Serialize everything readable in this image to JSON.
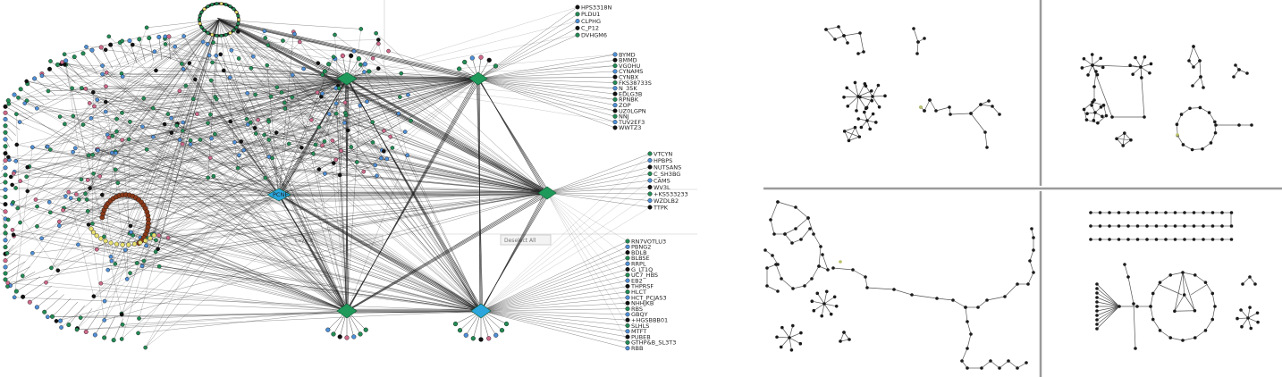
{
  "left_graph": {
    "top_right_labels": [
      "HPS3318N",
      "PLDU1",
      "CLPHG",
      "C_P12",
      "DVHGM6"
    ],
    "upper_right_labels": [
      "BYMD",
      "BMMD",
      "VGOHU",
      "CYNAMS",
      "CYNBX",
      "FKS38733S",
      "N_35K",
      "EDLG3B",
      "RPNBK",
      "ZOP",
      "UZ0LGPN",
      "NNJ",
      "TUV2EF3",
      "WWTZ3"
    ],
    "middle_right_labels": [
      "VTCYN",
      "HPBPS",
      "NUTSANS",
      "C_SH3BG",
      "CAMS",
      "WV3L",
      "+KS533233",
      "WZDLB2",
      "TTPK"
    ],
    "lower_right_labels": [
      "RN7VOTLU3",
      "PBNG2",
      "BDLB",
      "BLBSE",
      "RRPL",
      "G_LT1Q",
      "UC7_HBS",
      "EB2",
      "THPRSF",
      "HLCT",
      "HCT_PCJAS3",
      "NHHJKB",
      "RBS",
      "GBQY",
      "+HGSBBB01",
      "SLHLS",
      "MTFT",
      "PUBEB",
      "GTHP&B_SL3T3",
      "RBB"
    ],
    "hub_left_label": "PCNE",
    "buttons": [
      "Layout",
      "Deselect All"
    ]
  },
  "colors": {
    "edge": "#222222",
    "hub_green": "#1f9a5a",
    "hub_blue": "#2aa6dd",
    "ring_brown": "#8a3a1a",
    "node_green": "#238b55",
    "node_blue": "#4f8fd6",
    "node_pink": "#d06a8a",
    "node_black": "#111111",
    "node_yellow": "#e8e070",
    "panel_divider": "#9a9a9a",
    "right_edge": "#555555",
    "right_node": "#1b1b1b",
    "right_node_olive": "#b9c06a"
  }
}
